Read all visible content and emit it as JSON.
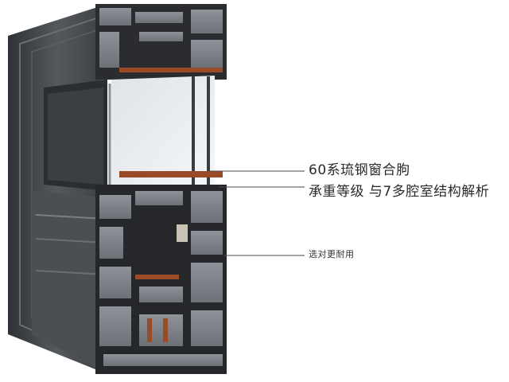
{
  "callouts": {
    "line1": "60系琉钢窗合朐",
    "line2": "承重等级 与7多腔室结构解析",
    "line3": "选对更耐用"
  },
  "colors": {
    "frame_dark": "#3f4246",
    "frame_mid": "#5d6166",
    "frame_light": "#9aa0a6",
    "glass": "#e9edf0",
    "copper_strip": "#9a4a24",
    "leader_line": "#4a4a4a",
    "text": "#2a2a2a"
  },
  "icons": [
    "window-profile-cross-section-illustration"
  ]
}
